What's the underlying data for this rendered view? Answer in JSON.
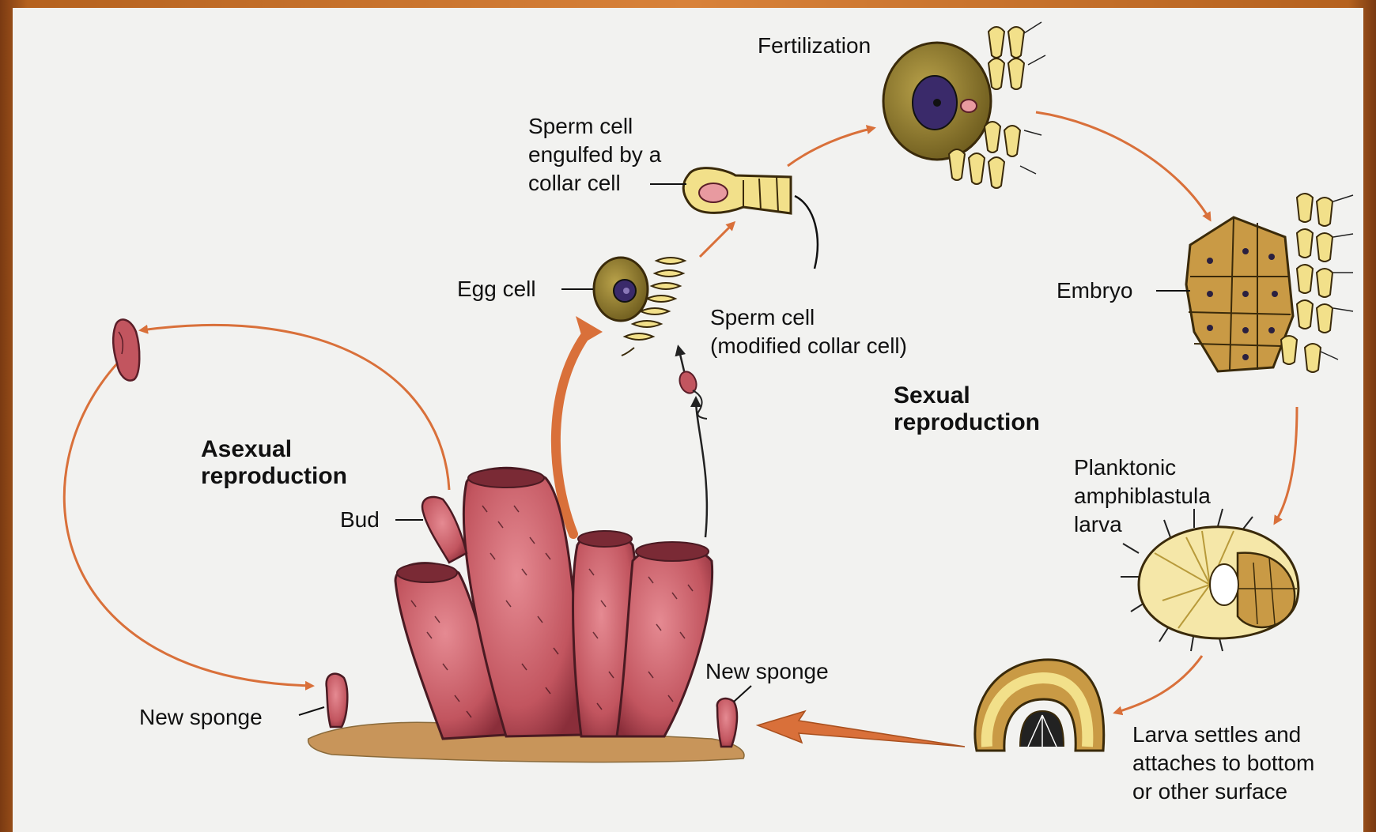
{
  "labels": {
    "fertilization": "Fertilization",
    "sperm_engulfed": [
      "Sperm cell",
      "engulfed by a",
      "collar cell"
    ],
    "egg_cell": "Egg cell",
    "sperm_modified": [
      "Sperm cell",
      "(modified collar cell)"
    ],
    "embryo": "Embryo",
    "sexual_reproduction": [
      "Sexual",
      "reproduction"
    ],
    "asexual_reproduction": [
      "Asexual",
      "reproduction"
    ],
    "bud": "Bud",
    "planktonic_larva": [
      "Planktonic",
      "amphiblastula",
      "larva"
    ],
    "new_sponge_right": "New sponge",
    "new_sponge_left": "New sponge",
    "larva_settles": [
      "Larva settles and",
      "attaches to bottom",
      "or other surface"
    ]
  },
  "colors": {
    "arrow": "#d9703a",
    "sponge": "#c2555f",
    "sponge_dark": "#7a2a35",
    "collar_cell": "#f2e08a",
    "egg": "#8c7a2a",
    "nucleus": "#3a2a6a",
    "ground": "#c8955a",
    "frame": "#b5621f"
  }
}
